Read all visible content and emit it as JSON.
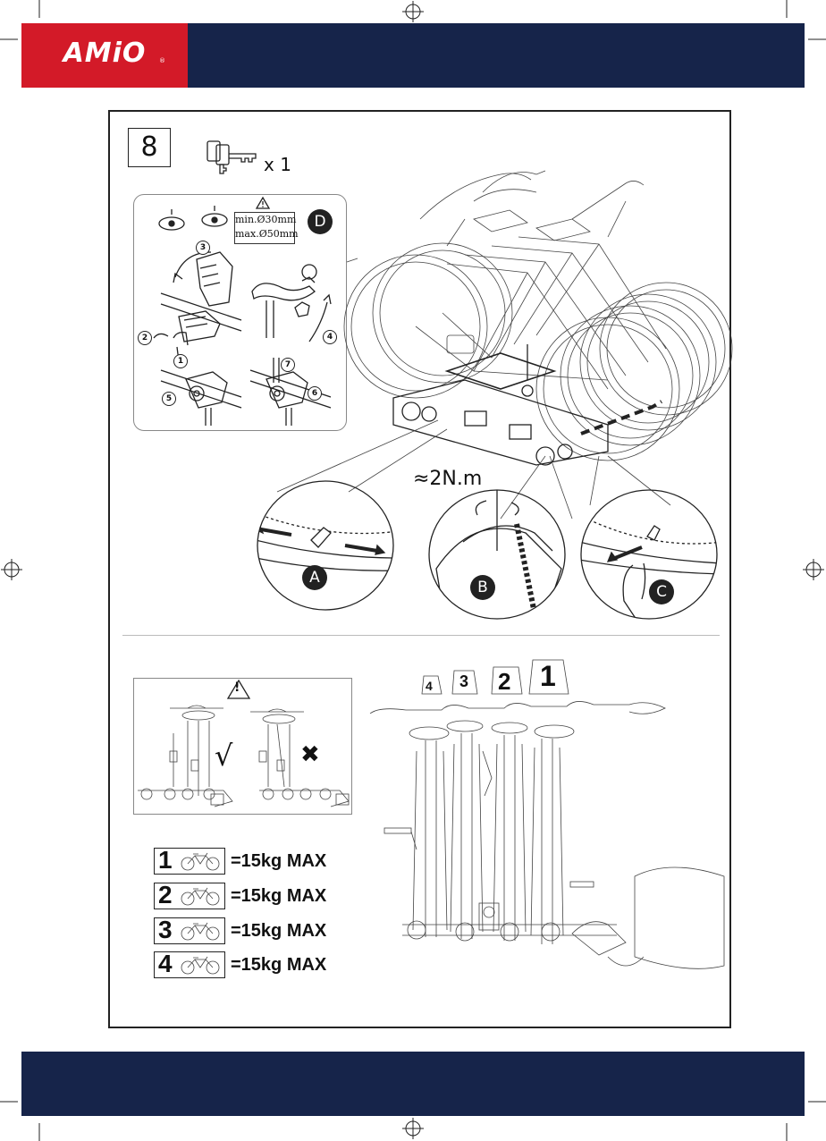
{
  "brand": {
    "logo_text": "AMiO",
    "registered": "®",
    "primary_color": "#16244a",
    "accent_color": "#d31a28"
  },
  "step": {
    "number": "8"
  },
  "keys": {
    "icon": "keys-icon",
    "quantity_label": "x 1"
  },
  "panel_d": {
    "label": "D",
    "warning_icon": "warning-triangle-icon",
    "min_diameter": "min.Ø30mm",
    "max_diameter": "max.Ø50mm",
    "steps": [
      "1",
      "2",
      "3",
      "4",
      "5",
      "6",
      "7"
    ]
  },
  "torque": {
    "label": "≈2N.m"
  },
  "details": [
    {
      "label": "A"
    },
    {
      "label": "B"
    },
    {
      "label": "C"
    }
  ],
  "alignment": {
    "warning_icon": "warning-exclamation-icon",
    "correct_mark": "√",
    "wrong_mark": "✖"
  },
  "positions": [
    "4",
    "3",
    "2",
    "1"
  ],
  "load_limits": [
    {
      "position": "1",
      "text": "=15kg MAX"
    },
    {
      "position": "2",
      "text": "=15kg MAX"
    },
    {
      "position": "3",
      "text": "=15kg MAX"
    },
    {
      "position": "4",
      "text": "=15kg MAX"
    }
  ]
}
